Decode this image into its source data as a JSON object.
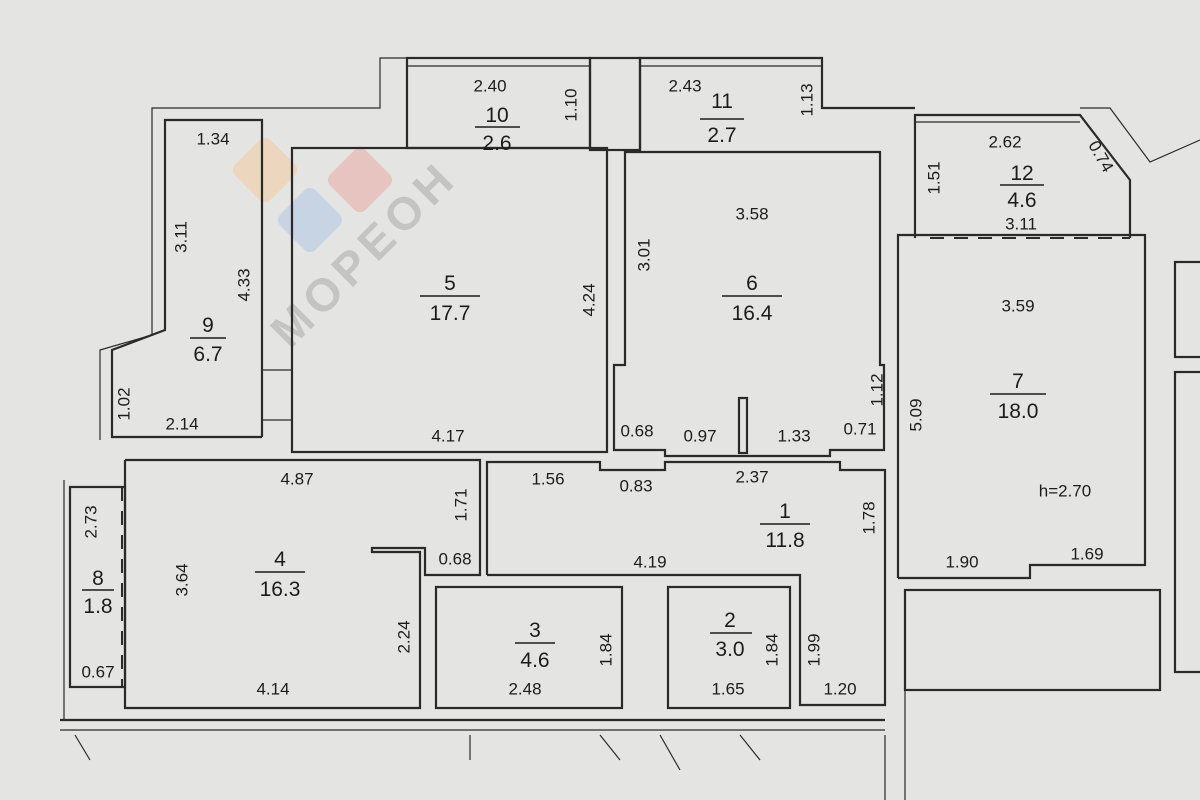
{
  "watermark": "МОРЕОН",
  "colors": {
    "logo_orange": "#f3c79a",
    "logo_red": "#eba3a0",
    "logo_blue": "#a9c4e4"
  },
  "ceiling_height": "h=2.70",
  "rooms": [
    {
      "number": "1",
      "area": "11.8"
    },
    {
      "number": "2",
      "area": "3.0"
    },
    {
      "number": "3",
      "area": "4.6"
    },
    {
      "number": "4",
      "area": "16.3"
    },
    {
      "number": "5",
      "area": "17.7"
    },
    {
      "number": "6",
      "area": "16.4"
    },
    {
      "number": "7",
      "area": "18.0"
    },
    {
      "number": "8",
      "area": "1.8"
    },
    {
      "number": "9",
      "area": "6.7"
    },
    {
      "number": "10",
      "area": "2.6"
    },
    {
      "number": "11",
      "area": "2.7"
    },
    {
      "number": "12",
      "area": "4.6"
    }
  ],
  "dimensions": [
    "2.40",
    "1.10",
    "2.43",
    "1.13",
    "1.34",
    "3.11",
    "4.33",
    "1.02",
    "2.14",
    "4.24",
    "4.17",
    "3.01",
    "3.58",
    "0.68",
    "0.97",
    "1.33",
    "0.71",
    "1.12",
    "2.62",
    "1.51",
    "0.74",
    "3.11",
    "3.59",
    "5.09",
    "1.90",
    "1.69",
    "4.87",
    "1.71",
    "0.68",
    "3.64",
    "2.73",
    "0.67",
    "2.24",
    "4.14",
    "1.56",
    "0.83",
    "2.37",
    "1.78",
    "4.19",
    "1.84",
    "2.48",
    "1.84",
    "1.65",
    "1.99",
    "1.20"
  ]
}
